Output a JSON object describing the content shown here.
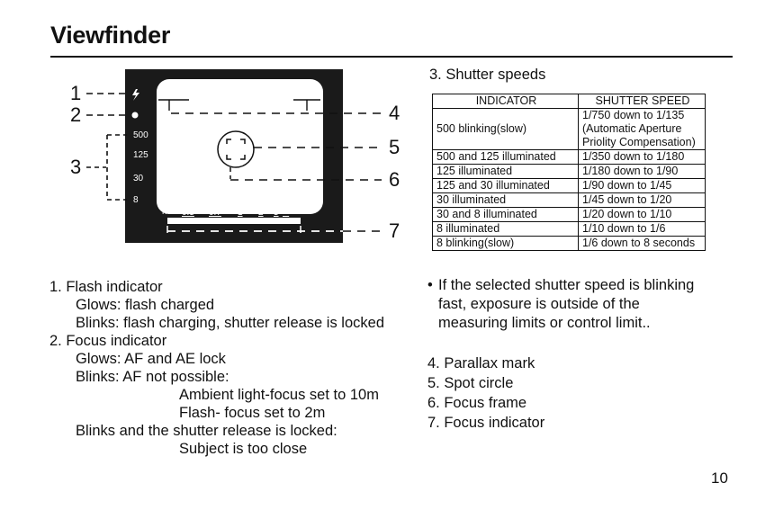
{
  "page": {
    "title": "Viewfinder",
    "page_number": "10"
  },
  "diagram": {
    "callouts": [
      "1",
      "2",
      "3",
      "4",
      "5",
      "6",
      "7"
    ],
    "icons": {
      "flash": "lightning-bolt",
      "focus": "filled-dot"
    },
    "led_values": [
      "500",
      "125",
      "30",
      "8"
    ],
    "distance_scale": {
      "unit": "m",
      "marks": [
        "0.5",
        "0.7",
        "1",
        "2",
        "5",
        "∞"
      ]
    }
  },
  "left_list": {
    "item1_title": "1. Flash indicator",
    "item1_glows": "Glows: flash charged",
    "item1_blinks": "Blinks: flash charging, shutter release is locked",
    "item2_title": "2. Focus indicator",
    "item2_glows": "Glows: AF and AE lock",
    "item2_blinks": "Blinks: AF not possible:",
    "item2_ambient": "Ambient light-focus set to 10m",
    "item2_flash": "Flash- focus set to 2m",
    "item2_blinks_locked": "Blinks and the shutter release is locked:",
    "item2_close": "Subject is too close"
  },
  "shutter": {
    "heading": "3. Shutter speeds",
    "columns": [
      "INDICATOR",
      "SHUTTER SPEED"
    ],
    "row0_indicator": "500 blinking(slow)",
    "row0_speed_lines": [
      "1/750 down to 1/135",
      "(Automatic Aperture",
      "Priolity Compensation)"
    ],
    "rows": [
      [
        "500 and 125 illuminated",
        "1/350 down to 1/180"
      ],
      [
        "125 illuminated",
        "1/180 down to 1/90"
      ],
      [
        "125 and 30 illuminated",
        "1/90 down to 1/45"
      ],
      [
        "30 illuminated",
        "1/45 down to 1/20"
      ],
      [
        "30 and 8 illuminated",
        "1/20 down to 1/10"
      ],
      [
        "8 illuminated",
        "1/10 down to 1/6"
      ],
      [
        "8 blinking(slow)",
        "1/6 down to 8 seconds"
      ]
    ],
    "note_bullet": "•",
    "note_lines": [
      "If the selected shutter speed is blinking",
      "fast, exposure is outside of the",
      "measuring limits or control limit.."
    ]
  },
  "right_list": {
    "items": [
      "4. Parallax mark",
      "5. Spot circle",
      "6. Focus frame",
      "7. Focus indicator"
    ]
  }
}
